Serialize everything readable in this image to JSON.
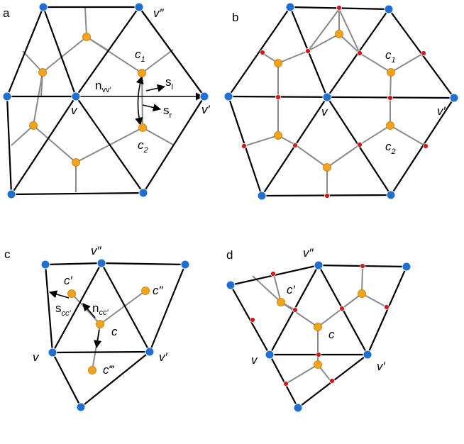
{
  "panels": {
    "a": {
      "label": "a",
      "v": "v",
      "v_prime": "v′",
      "v_dprime": "v″",
      "c1": "c",
      "c1_sub": "1",
      "c2": "c",
      "c2_sub": "2",
      "n": "n",
      "n_sub": "vv′",
      "sl": "s",
      "sl_sub": "l",
      "sr": "s",
      "sr_sub": "r"
    },
    "b": {
      "label": "b",
      "v": "v",
      "v_prime": "v′",
      "c1": "c",
      "c1_sub": "1",
      "c2": "c",
      "c2_sub": "2"
    },
    "c": {
      "label": "c",
      "v": "v",
      "v_prime": "v′",
      "v_dprime": "v″",
      "c": "c",
      "c_prime": "c′",
      "c_dprime": "c″",
      "c_tprime": "c‴",
      "s": "s",
      "s_sub": "cc′",
      "n": "n",
      "n_sub": "cc′"
    },
    "d": {
      "label": "d",
      "v": "v",
      "v_prime": "v′",
      "v_dprime": "v″",
      "c": "c",
      "c_prime": "c′"
    }
  },
  "colors": {
    "vertex": "#1f6fd1",
    "centroid": "#f5a31a",
    "midpoint": "#d11a1a",
    "edge": "#000000",
    "dual_edge": "#8a8a8a"
  }
}
